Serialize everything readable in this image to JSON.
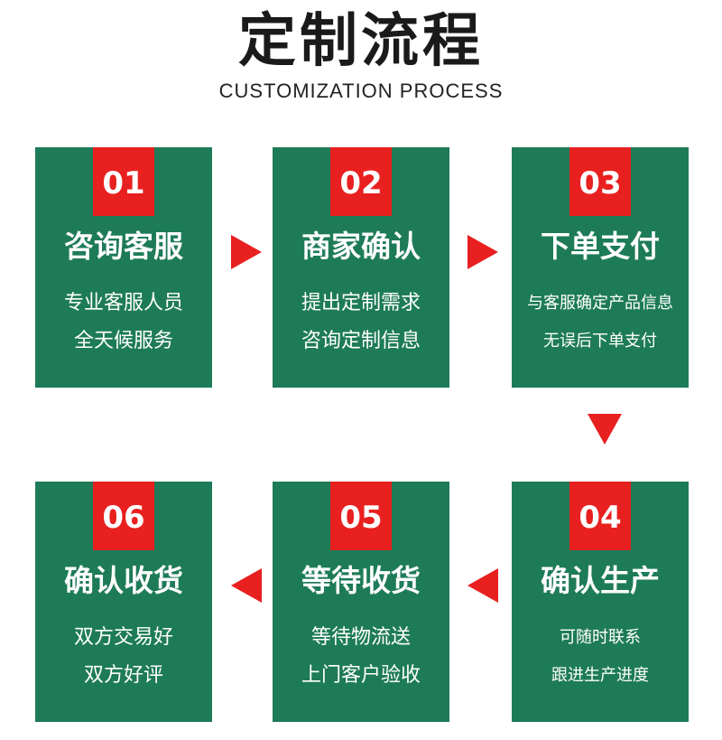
{
  "header": {
    "title": "定制流程",
    "subtitle": "CUSTOMIZATION PROCESS"
  },
  "colors": {
    "card_bg": "#1e7b58",
    "accent": "#e8201f",
    "text_on_card": "#ffffff"
  },
  "steps": [
    {
      "number": "01",
      "title": "咨询客服",
      "line1": "专业客服人员",
      "line2": "全天候服务"
    },
    {
      "number": "02",
      "title": "商家确认",
      "line1": "提出定制需求",
      "line2": "咨询定制信息"
    },
    {
      "number": "03",
      "title": "下单支付",
      "line1": "与客服确定产品信息",
      "line2": "无误后下单支付"
    },
    {
      "number": "04",
      "title": "确认生产",
      "line1": "可随时联系",
      "line2": "跟进生产进度"
    },
    {
      "number": "05",
      "title": "等待收货",
      "line1": "等待物流送",
      "line2": "上门客户验收"
    },
    {
      "number": "06",
      "title": "确认收货",
      "line1": "双方交易好",
      "line2": "双方好评"
    }
  ],
  "icons": {
    "flow_arrow": "triangle-arrow-icon"
  }
}
